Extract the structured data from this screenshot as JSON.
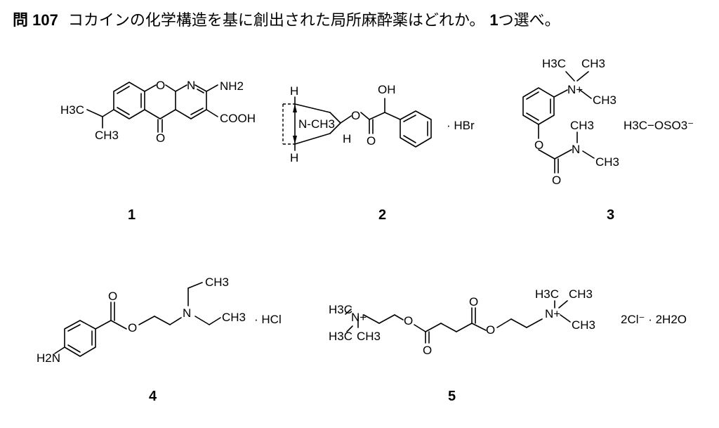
{
  "question": {
    "number": "問 107",
    "text": "コカインの化学構造を基に創出された局所麻酔薬はどれか。",
    "count": "1",
    "suffix": "つ選べ。"
  },
  "compounds": [
    {
      "number": "1",
      "substituents": [
        "H3C",
        "CH3",
        "NH2",
        "COOH",
        "N",
        "O",
        "O"
      ]
    },
    {
      "number": "2",
      "salt": "· HBr",
      "substituents": [
        "H",
        "H",
        "N-CH3",
        "H",
        "OH",
        "O",
        "O"
      ]
    },
    {
      "number": "3",
      "counter_ion": "H3C−OSO3⁻",
      "substituents": [
        "H3C",
        "CH3",
        "N+",
        "CH3",
        "CH3",
        "N",
        "CH3",
        "O",
        "O"
      ]
    },
    {
      "number": "4",
      "salt": "· HCl",
      "substituents": [
        "H2N",
        "O",
        "O",
        "N",
        "CH3",
        "CH3"
      ]
    },
    {
      "number": "5",
      "salt": "2Cl⁻ · 2H2O",
      "substituents": [
        "H3C",
        "N+",
        "H3C",
        "CH3",
        "O",
        "O",
        "O",
        "O",
        "H3C",
        "CH3",
        "N+",
        "CH3"
      ]
    }
  ]
}
